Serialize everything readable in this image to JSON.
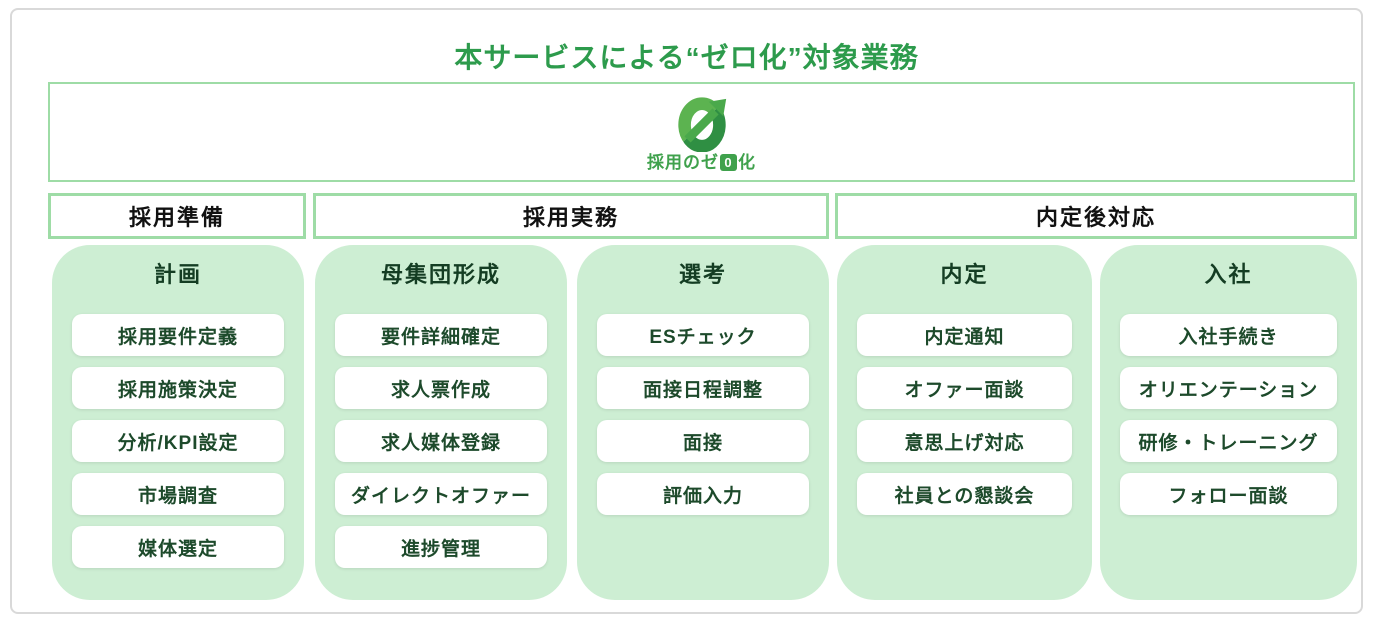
{
  "title": "本サービスによる“ゼロ化”対象業務",
  "logo": {
    "icon": "zero-arrow-icon",
    "text_before": "採用のゼ",
    "zero": "0",
    "text_after": "化"
  },
  "phases": [
    {
      "label": "採用準備"
    },
    {
      "label": "採用実務"
    },
    {
      "label": "内定後対応"
    }
  ],
  "columns": [
    {
      "title": "計画",
      "items": [
        "採用要件定義",
        "採用施策決定",
        "分析/KPI設定",
        "市場調査",
        "媒体選定"
      ]
    },
    {
      "title": "母集団形成",
      "items": [
        "要件詳細確定",
        "求人票作成",
        "求人媒体登録",
        "ダイレクトオファー",
        "進捗管理"
      ]
    },
    {
      "title": "選考",
      "items": [
        "ESチェック",
        "面接日程調整",
        "面接",
        "評価入力"
      ]
    },
    {
      "title": "内定",
      "items": [
        "内定通知",
        "オファー面談",
        "意思上げ対応",
        "社員との懇談会"
      ]
    },
    {
      "title": "入社",
      "items": [
        "入社手続き",
        "オリエンテーション",
        "研修・トレーニング",
        "フォロー面談"
      ]
    }
  ],
  "colors": {
    "title_green": "#2d9b4c",
    "border_green": "#9edca6",
    "column_bg": "#cdeed3",
    "task_text": "#1d4a2b",
    "logo_light_green": "#5cb350",
    "logo_dark_green": "#2f8f43",
    "frame_gray": "#d9d9d9"
  }
}
